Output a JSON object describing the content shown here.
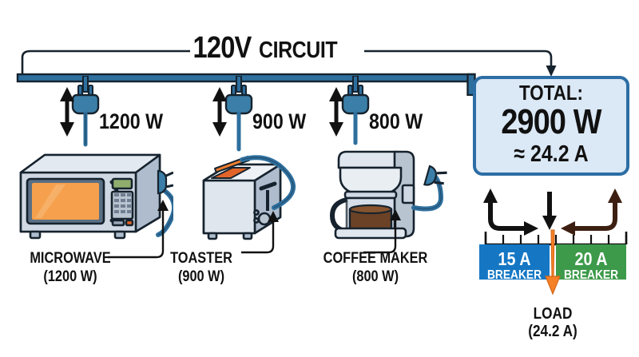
{
  "header": {
    "voltage": "120V",
    "circuit_word": "CIRCUIT",
    "bracket_arrow": "arrow-to-total"
  },
  "outlets": [
    {
      "id": "microwave",
      "power_label": "1200 W",
      "arrow": "double-arrow-vertical",
      "plug": "plug-icon"
    },
    {
      "id": "toaster",
      "power_label": "900 W",
      "arrow": "double-arrow-vertical",
      "plug": "plug-icon"
    },
    {
      "id": "coffee",
      "power_label": "800 W",
      "arrow": "double-arrow-vertical",
      "plug": "plug-icon"
    }
  ],
  "appliances": [
    {
      "id": "microwave",
      "name": "MICROWAVE",
      "power": "(1200 W)",
      "icon": "microwave-icon"
    },
    {
      "id": "toaster",
      "name": "TOASTER",
      "power": "(900 W)",
      "icon": "toaster-icon"
    },
    {
      "id": "coffee",
      "name": "COFFEE MAKER",
      "power": "(800 W)",
      "icon": "coffee-maker-icon"
    }
  ],
  "total_box": {
    "title": "TOTAL:",
    "watts": "2900 W",
    "amps": "≈ 24.2 A",
    "border_color": "#2c6ea5",
    "fill_color": "#dbe8f5"
  },
  "gauge": {
    "left": {
      "amps": "15 A",
      "word": "BREAKER",
      "color": "#1577c4"
    },
    "right": {
      "amps": "20 A",
      "word": "BREAKER",
      "color": "#3d9a4a"
    },
    "needle_color": "#f58025",
    "load_label": "LOAD",
    "load_value": "(24.2 A)"
  },
  "colors": {
    "wire_blue": "#2e6f9e",
    "dark_outline": "#16232e",
    "appliance_body": "#cfd8e3",
    "appliance_shade": "#aebccd",
    "window_orange": "#f6a04d",
    "coffee_brown": "#6b4226",
    "arrow_dark_red": "#3d1f12"
  }
}
